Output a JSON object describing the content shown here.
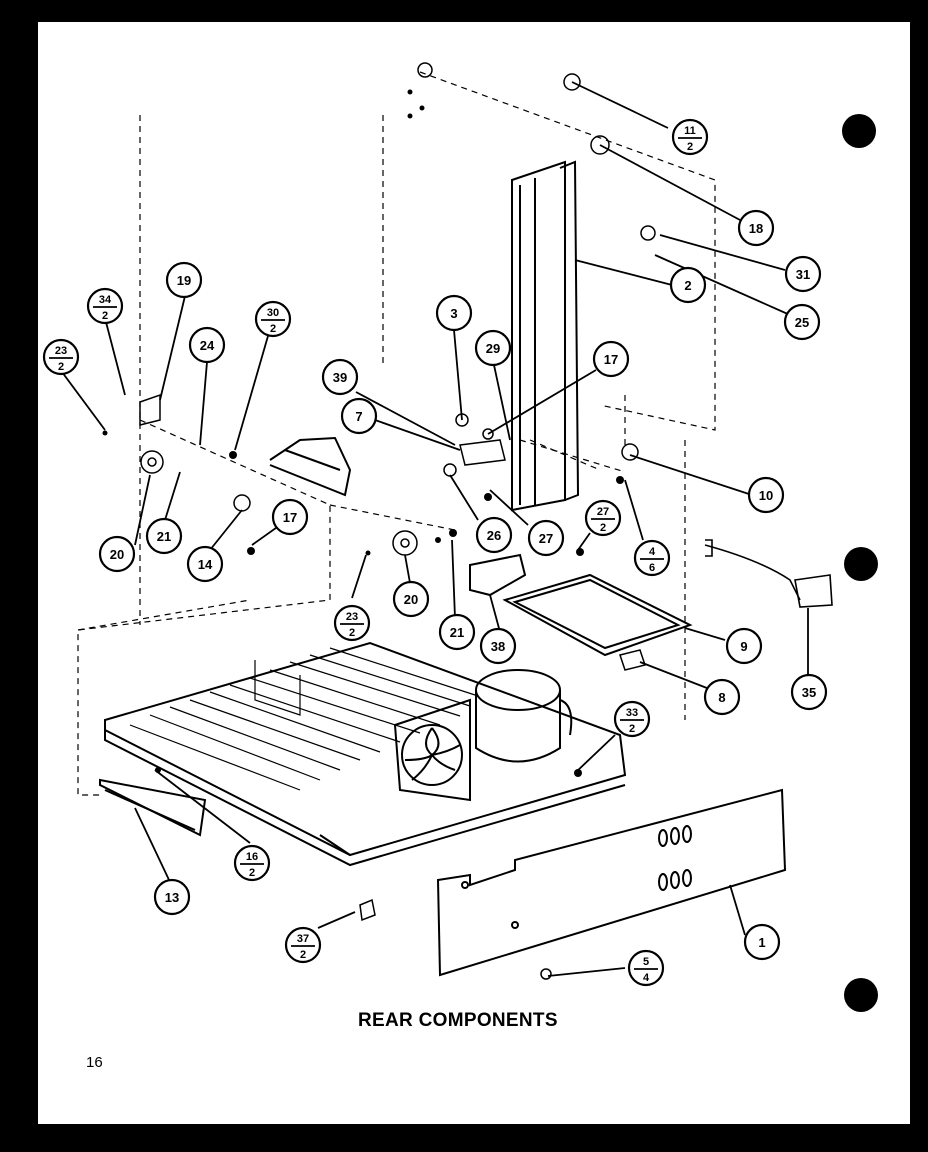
{
  "title": "REAR COMPONENTS",
  "page_number": "16",
  "callouts": [
    {
      "id": "c11-2",
      "top": "11",
      "bottom": "2"
    },
    {
      "id": "c18",
      "label": "18"
    },
    {
      "id": "c31",
      "label": "31"
    },
    {
      "id": "c2",
      "label": "2"
    },
    {
      "id": "c25",
      "label": "25"
    },
    {
      "id": "c19",
      "label": "19"
    },
    {
      "id": "c34-2",
      "top": "34",
      "bottom": "2"
    },
    {
      "id": "c30-2",
      "top": "30",
      "bottom": "2"
    },
    {
      "id": "c24",
      "label": "24"
    },
    {
      "id": "c23-2a",
      "top": "23",
      "bottom": "2"
    },
    {
      "id": "c3",
      "label": "3"
    },
    {
      "id": "c29",
      "label": "29"
    },
    {
      "id": "c17a",
      "label": "17"
    },
    {
      "id": "c39",
      "label": "39"
    },
    {
      "id": "c7",
      "label": "7"
    },
    {
      "id": "c10",
      "label": "10"
    },
    {
      "id": "c20a",
      "label": "20"
    },
    {
      "id": "c21a",
      "label": "21"
    },
    {
      "id": "c14",
      "label": "14"
    },
    {
      "id": "c17b",
      "label": "17"
    },
    {
      "id": "c26",
      "label": "26"
    },
    {
      "id": "c27",
      "label": "27"
    },
    {
      "id": "c27-2",
      "top": "27",
      "bottom": "2"
    },
    {
      "id": "c4-6",
      "top": "4",
      "bottom": "6"
    },
    {
      "id": "c20b",
      "label": "20"
    },
    {
      "id": "c23-2b",
      "top": "23",
      "bottom": "2"
    },
    {
      "id": "c21b",
      "label": "21"
    },
    {
      "id": "c38",
      "label": "38"
    },
    {
      "id": "c9",
      "label": "9"
    },
    {
      "id": "c8",
      "label": "8"
    },
    {
      "id": "c35",
      "label": "35"
    },
    {
      "id": "c33-2",
      "top": "33",
      "bottom": "2"
    },
    {
      "id": "c16-2",
      "top": "16",
      "bottom": "2"
    },
    {
      "id": "c13",
      "label": "13"
    },
    {
      "id": "c37-2",
      "top": "37",
      "bottom": "2"
    },
    {
      "id": "c1",
      "label": "1"
    },
    {
      "id": "c5-4",
      "top": "5",
      "bottom": "4"
    }
  ]
}
